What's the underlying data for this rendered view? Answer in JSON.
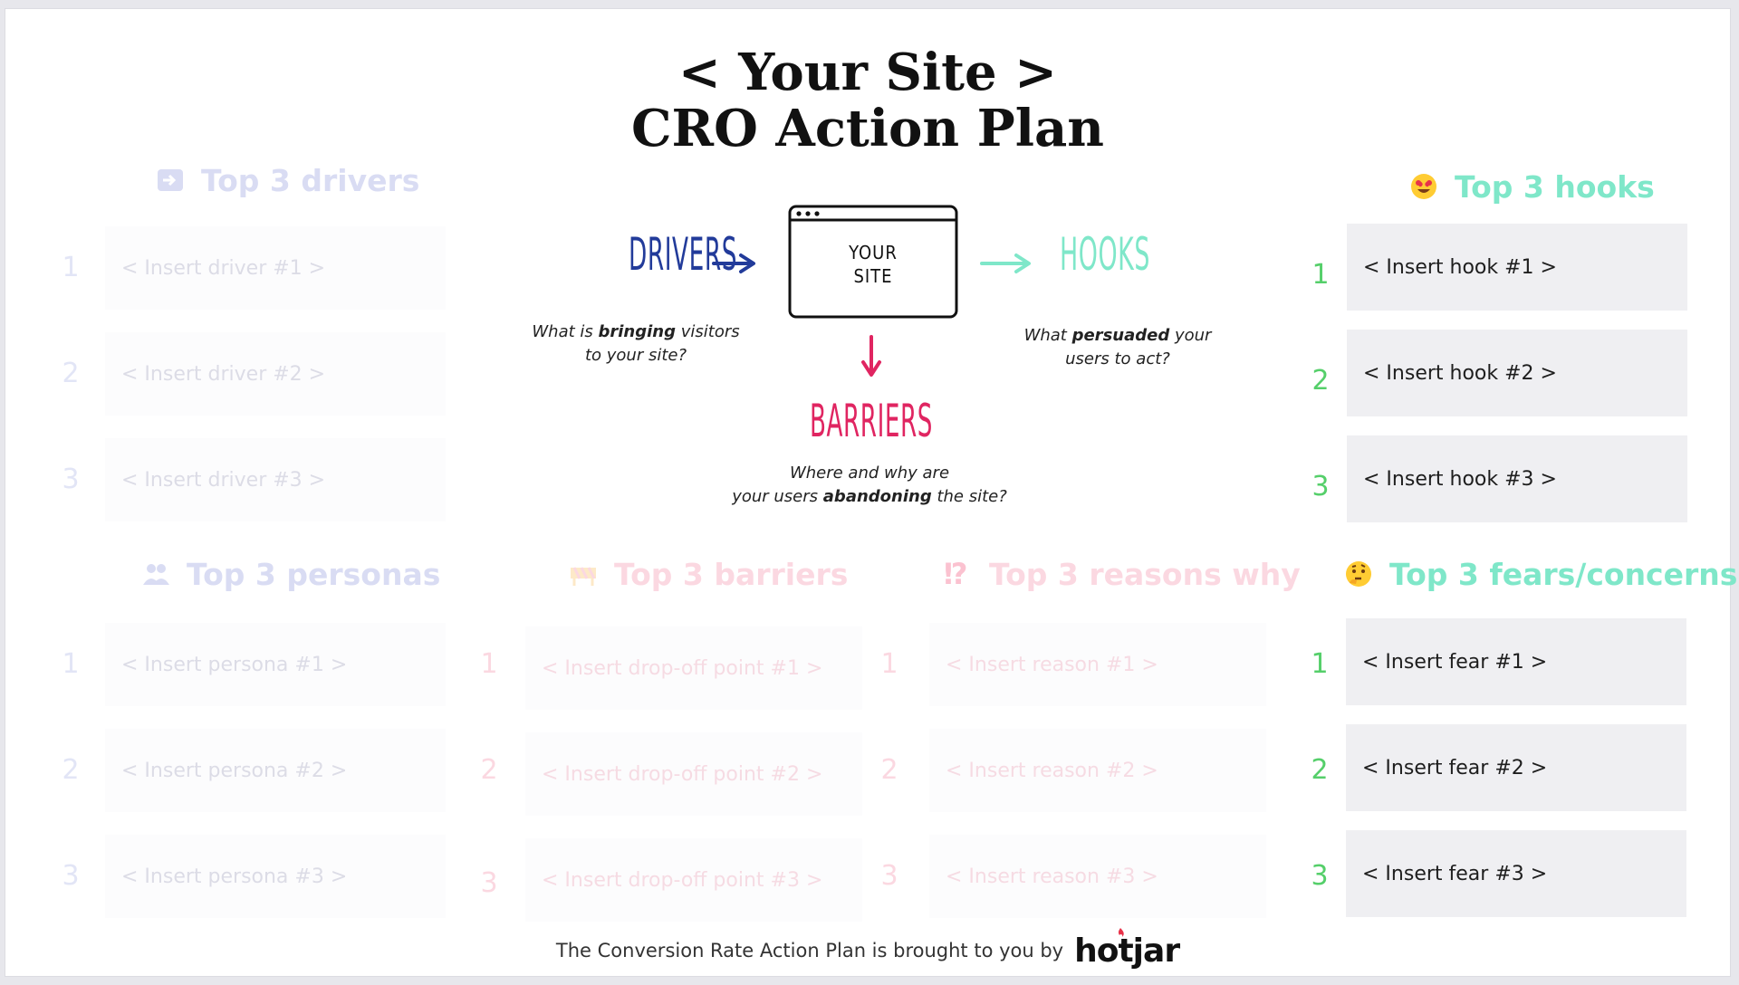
{
  "title": {
    "line1": "< Your Site >",
    "line2": "CRO Action Plan"
  },
  "colors": {
    "drivers": "#223b9a",
    "hooks": "#7fe7c9",
    "barriers": "#e02561",
    "faded_blue": "#d9dcf3",
    "faded_pink": "#fbd8e1",
    "green_num": "#55cf6a",
    "box_bg": "#efeff2"
  },
  "diagram": {
    "drivers_label": "DRIVERS",
    "hooks_label": "HOOKS",
    "barriers_label": "BARRIERS",
    "site_line1": "YOUR",
    "site_line2": "SITE",
    "drivers_q_pre": "What is",
    "drivers_q_bold": "bringing",
    "drivers_q_post": "visitors",
    "drivers_q_line2": "to your site?",
    "hooks_q_pre": "What",
    "hooks_q_bold": "persuaded",
    "hooks_q_post": "your",
    "hooks_q_line2": "users to act?",
    "barriers_q_line1": "Where and why are",
    "barriers_q_pre": "your users",
    "barriers_q_bold": "abandoning",
    "barriers_q_post": "the site?"
  },
  "drivers": {
    "header": "Top 3 drivers",
    "icon": "arrow-into-box-icon",
    "numbers": [
      "1",
      "2",
      "3"
    ],
    "items": [
      "< Insert driver #1 >",
      "< Insert driver #2 >",
      "< Insert driver #3 >"
    ]
  },
  "hooks": {
    "header": "Top 3 hooks",
    "icon": "heart-eyes-emoji-icon",
    "numbers": [
      "1",
      "2",
      "3"
    ],
    "items": [
      "< Insert hook #1 >",
      "< Insert hook #2 >",
      "< Insert hook #3 >"
    ]
  },
  "personas": {
    "header": "Top 3 personas",
    "icon": "people-icon",
    "numbers": [
      "1",
      "2",
      "3"
    ],
    "items": [
      "< Insert persona #1 >",
      "< Insert persona #2 >",
      "< Insert persona #3 >"
    ]
  },
  "barriers": {
    "header": "Top 3 barriers",
    "icon": "construction-barrier-icon",
    "numbers": [
      "1",
      "2",
      "3"
    ],
    "items": [
      "< Insert drop-off point #1 >",
      "< Insert drop-off point #2 >",
      "< Insert drop-off point #3 >"
    ]
  },
  "reasons": {
    "header": "Top 3 reasons why",
    "icon": "exclamation-question-icon",
    "icon_glyph": "⁉",
    "numbers": [
      "1",
      "2",
      "3"
    ],
    "items": [
      "< Insert reason #1 >",
      "< Insert reason #2 >",
      "< Insert reason #3 >"
    ]
  },
  "fears": {
    "header": "Top 3 fears/concerns",
    "icon": "thinking-face-emoji-icon",
    "numbers": [
      "1",
      "2",
      "3"
    ],
    "items": [
      "< Insert fear #1 >",
      "< Insert fear #2 >",
      "< Insert fear #3 >"
    ]
  },
  "footer": {
    "text": "The Conversion Rate Action Plan is brought to you by",
    "logo": "hotjar"
  }
}
